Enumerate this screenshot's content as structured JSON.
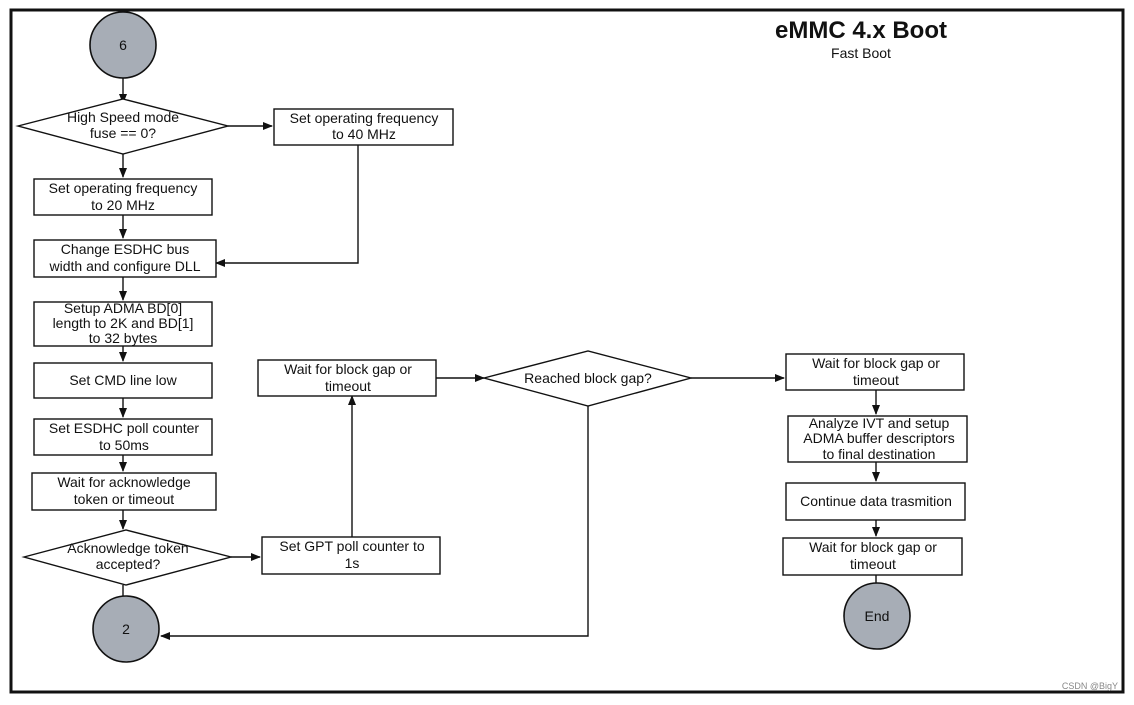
{
  "diagram": {
    "title": "eMMC 4.x Boot",
    "subtitle": "Fast Boot",
    "watermark": "CSDN @BigY",
    "colors": {
      "frame": "#111111",
      "connector_fill": "#a7adb6",
      "box_fill": "#ffffff",
      "line": "#111111"
    },
    "nodes": {
      "start_connector": "6",
      "high_speed_decision": [
        "High Speed mode",
        "fuse == 0?"
      ],
      "set_freq_40": [
        "Set operating frequency",
        "to 40 MHz"
      ],
      "set_freq_20": [
        "Set operating frequency",
        "to 20 MHz"
      ],
      "change_bus_width": [
        "Change ESDHC bus",
        "width and configure DLL"
      ],
      "setup_adma_bd": [
        "Setup ADMA BD[0]",
        "length to 2K and BD[1]",
        "to 32 bytes"
      ],
      "set_cmd_low": [
        "Set CMD line low"
      ],
      "set_poll_counter": [
        "Set ESDHC poll counter",
        "to 50ms"
      ],
      "wait_ack": [
        "Wait for acknowledge",
        "token or timeout"
      ],
      "ack_decision": [
        "Acknowledge token",
        "accepted?"
      ],
      "set_gpt_counter": [
        "Set GPT poll counter to",
        "1s"
      ],
      "wait_block_gap_1": [
        "Wait for block gap or",
        "timeout"
      ],
      "reached_block_gap": [
        "Reached block gap?"
      ],
      "wait_block_gap_2": [
        "Wait for block gap or",
        "timeout"
      ],
      "analyze_ivt": [
        "Analyze IVT and setup",
        "ADMA buffer descriptors",
        "to final destination"
      ],
      "continue_data": [
        "Continue data trasmition"
      ],
      "wait_block_gap_3": [
        "Wait for block gap or",
        "timeout"
      ],
      "end_connector": "End",
      "goto_connector": "2"
    }
  }
}
